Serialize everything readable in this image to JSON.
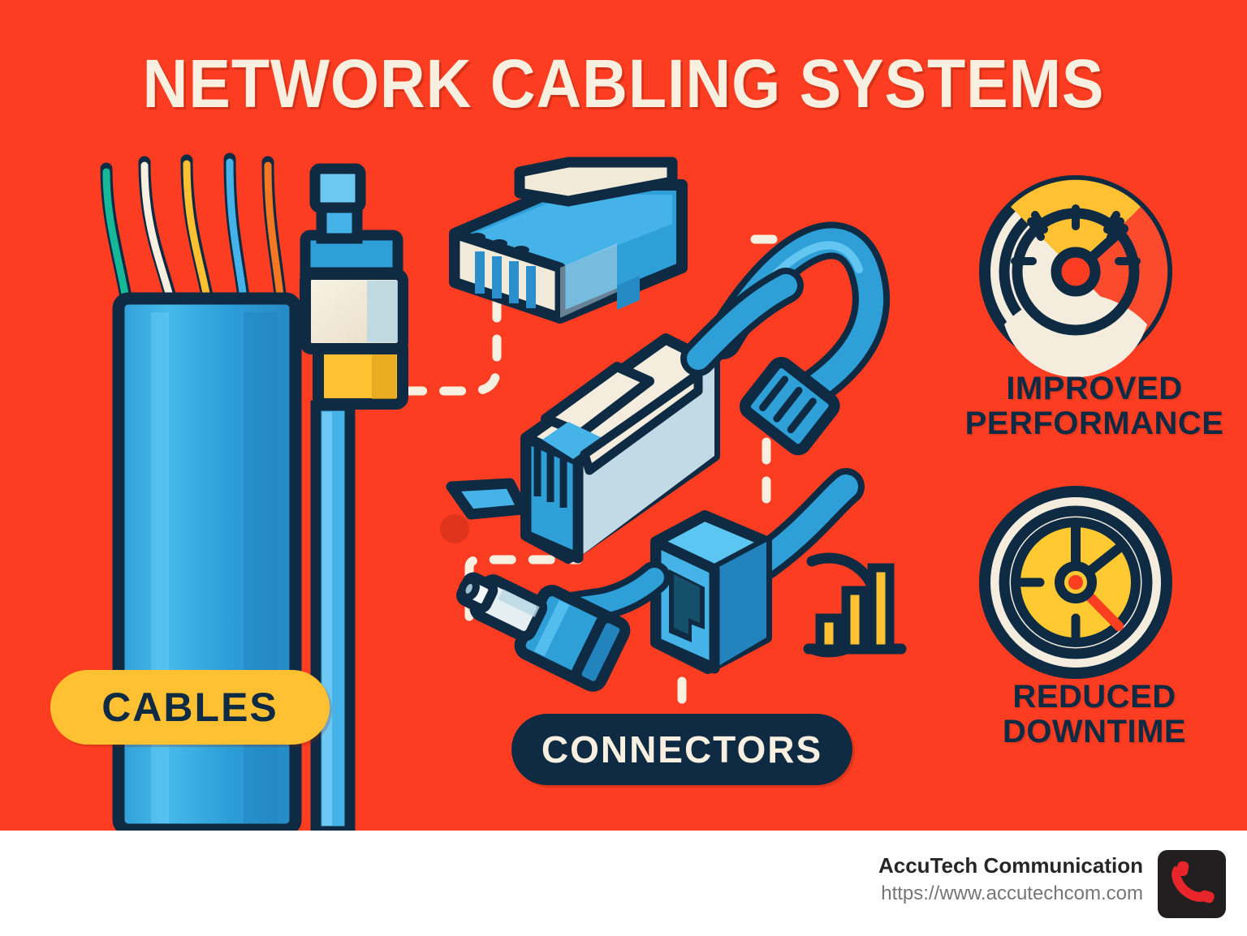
{
  "poster": {
    "title": "NETWORK CABLING SYSTEMS",
    "background_color": "#fc3d21",
    "ink_color": "#0f2b43",
    "cream_color": "#f7f0e0",
    "accent_yellow": "#ffc032",
    "accent_blue": "#36a9e1"
  },
  "badges": {
    "cables": "CABLES",
    "connectors": "CONNECTORS"
  },
  "features": [
    {
      "icon": "speedometer-icon",
      "line1": "IMPROVED",
      "line2": "PERFORMANCE"
    },
    {
      "icon": "clock-icon",
      "line1": "REDUCED",
      "line2": "DOWNTIME"
    }
  ],
  "illustrations": [
    {
      "name": "twisted-pair-cable",
      "description": "Blue jacketed cable with five exposed colored wires"
    },
    {
      "name": "fiber-optic-connector",
      "description": "Blue and cream fiber connector on a blue cable"
    },
    {
      "name": "rj45-plug",
      "description": "Blue RJ45 plug with cream latch"
    },
    {
      "name": "rj45-connector-large",
      "description": "Cream RJ45 connector with looping blue patch cable"
    },
    {
      "name": "keystone-jack",
      "description": "Blue RJ45 keystone jack cube"
    },
    {
      "name": "ferrule-connector",
      "description": "Blue barrel connector with cream ferrule"
    },
    {
      "name": "bar-chart-icon",
      "description": "Three ascending yellow bars inside a navy arc"
    }
  ],
  "footer": {
    "brand": "AccuTech Communication",
    "url": "https://www.accutechcom.com",
    "logo": "telephone-handset-icon",
    "logo_bg": "#211f1f",
    "logo_color": "#e8252a"
  }
}
